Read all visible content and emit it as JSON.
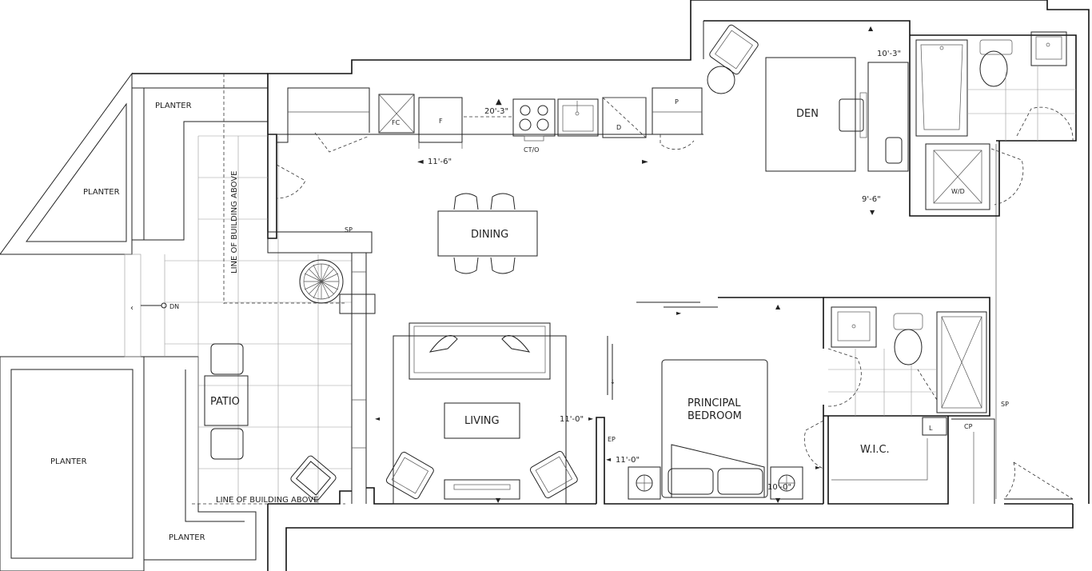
{
  "rooms": {
    "planter_top": "PLANTER",
    "planter_triangle": "PLANTER",
    "planter_bottom_left": "PLANTER",
    "planter_bottom": "PLANTER",
    "patio": "PATIO",
    "dining": "DINING",
    "living": "LIVING",
    "den": "DEN",
    "principal_bedroom_line1": "PRINCIPAL",
    "principal_bedroom_line2": "BEDROOM",
    "wic": "W.I.C."
  },
  "annotations": {
    "line_of_building_vertical": "LINE OF BUILDING ABOVE",
    "line_of_building_horizontal": "LINE OF BUILDING ABOVE",
    "dn": "DN",
    "sp_patio": "SP",
    "sp_bath": "SP",
    "fc": "FC",
    "f": "F",
    "ct_o": "CT/O",
    "d": "D",
    "p": "P",
    "wd": "W/D",
    "ep": "EP",
    "l": "L",
    "cp": "CP"
  },
  "dimensions": {
    "kitchen_width": "20'-3\"",
    "kitchen_depth": "11'-6\"",
    "den_width": "10'-3\"",
    "den_depth": "9'-6\"",
    "living_width": "11'-0\"",
    "bedroom_width": "11'-0\"",
    "bedroom_depth": "10'-0\""
  }
}
